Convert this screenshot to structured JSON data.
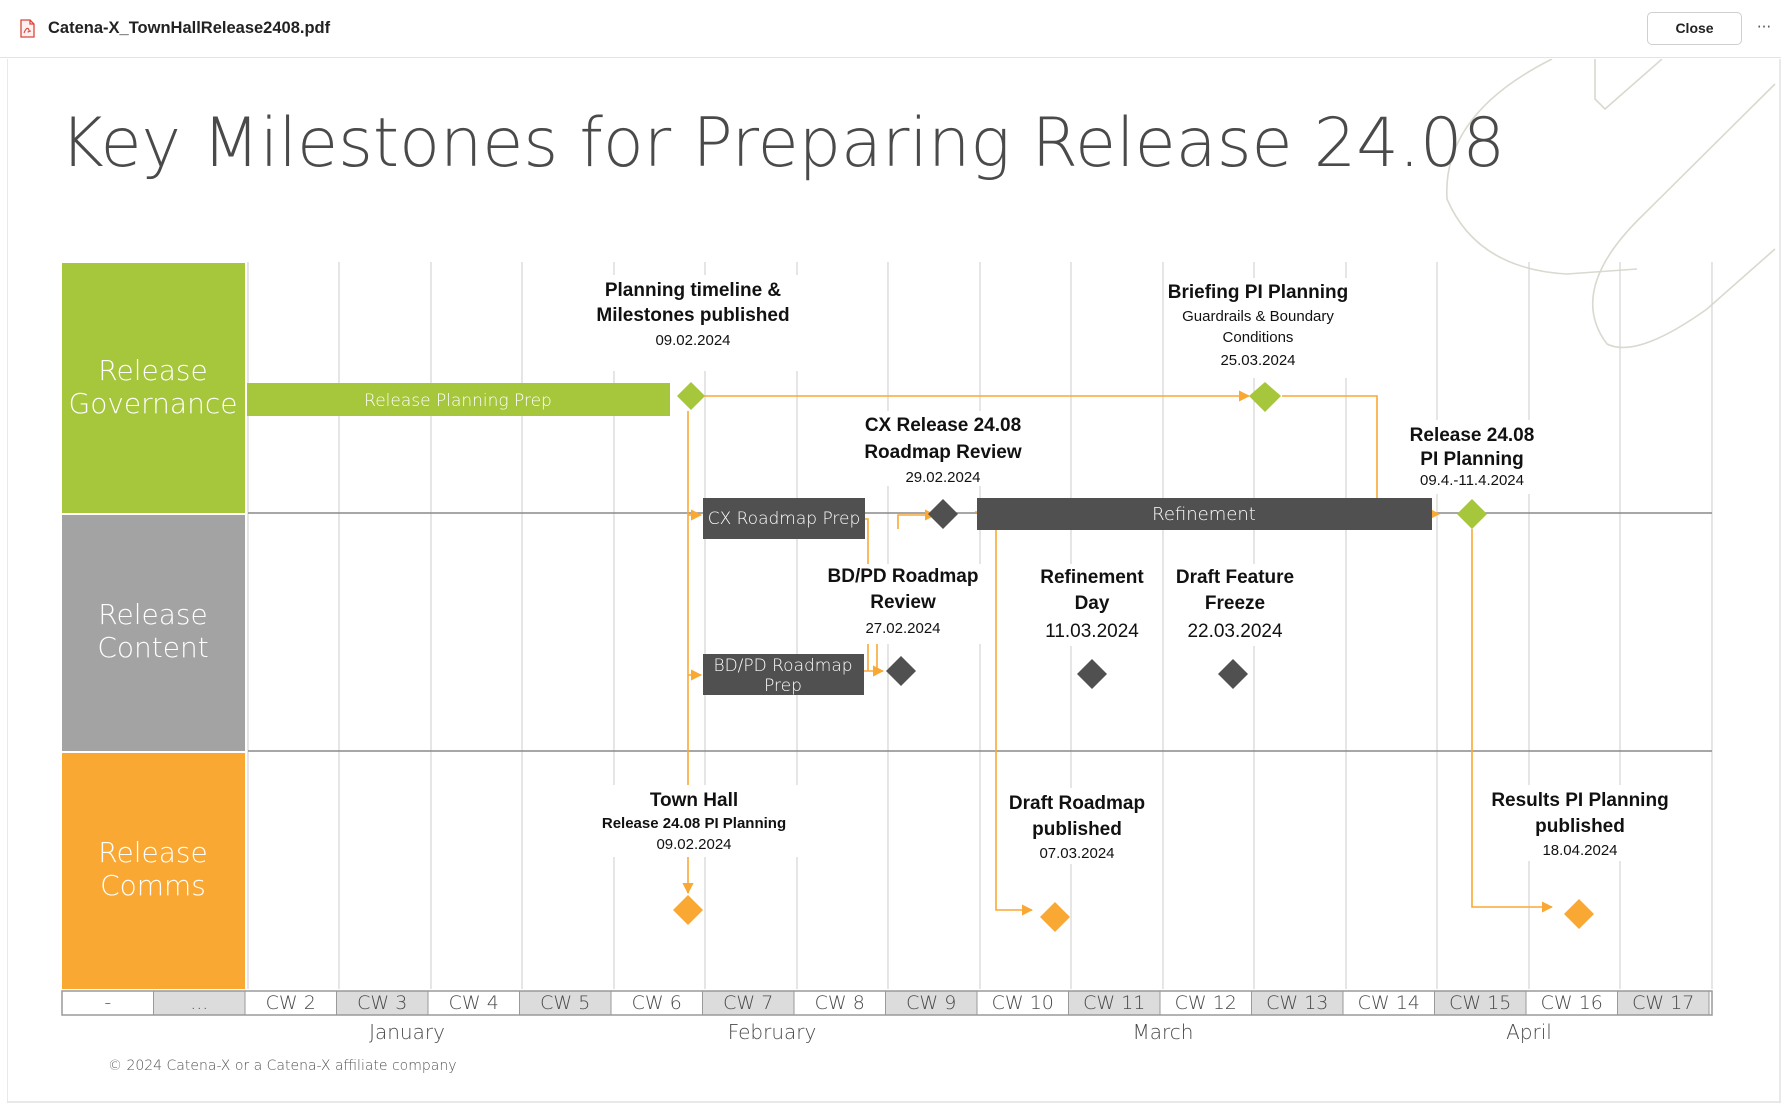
{
  "viewer": {
    "file_name": "Catena-X_TownHallRelease2408.pdf",
    "close_label": "Close",
    "more_label": "···",
    "file_icon": "pdf-file-icon",
    "more_icon": "more-horizontal-icon"
  },
  "slide": {
    "title": "Key Milestones for Preparing Release 24.08",
    "footer": "© 2024 Catena-X or a Catena-X affiliate company",
    "lanes": [
      {
        "line1": "Release",
        "line2": "Governance",
        "color": "#a6c63b"
      },
      {
        "line1": "Release",
        "line2": "Content",
        "color": "#a3a3a3"
      },
      {
        "line1": "Release",
        "line2": "Comms",
        "color": "#faa834"
      }
    ],
    "weeks": [
      "-",
      "...",
      "CW 2",
      "CW 3",
      "CW 4",
      "CW 5",
      "CW 6",
      "CW 7",
      "CW 8",
      "CW 9",
      "CW 10",
      "CW 11",
      "CW 12",
      "CW 13",
      "CW 14",
      "CW 15",
      "CW 16",
      "CW 17"
    ],
    "months": [
      "January",
      "February",
      "March",
      "April"
    ],
    "bars": {
      "release_planning_prep": "Release Planning Prep",
      "cx_roadmap_prep": "CX Roadmap Prep",
      "bdpd_roadmap_prep_1": "BD/PD  Roadmap",
      "bdpd_roadmap_prep_2": "Prep",
      "refinement": "Refinement"
    },
    "milestones": {
      "planning_timeline": {
        "line1": "Planning timeline &",
        "line2": "Milestones published",
        "date": "09.02.2024"
      },
      "briefing": {
        "title": "Briefing PI Planning",
        "sub1": "Guardrails & Boundary",
        "sub2": "Conditions",
        "date": "25.03.2024"
      },
      "cx_review": {
        "line1": "CX Release 24.08",
        "line2": "Roadmap Review",
        "date": "29.02.2024"
      },
      "pi_planning": {
        "line1": "Release 24.08",
        "line2": "PI Planning",
        "date": "09.4.-11.4.2024"
      },
      "bdpd_review": {
        "line1": "BD/PD Roadmap",
        "line2": "Review",
        "date": "27.02.2024"
      },
      "refinement_day": {
        "line1": "Refinement",
        "line2": "Day",
        "date": "11.03.2024"
      },
      "feature_freeze": {
        "line1": "Draft Feature",
        "line2": "Freeze",
        "date": "22.03.2024"
      },
      "town_hall": {
        "title": "Town Hall",
        "sub": "Release 24.08 PI Planning",
        "date": "09.02.2024"
      },
      "draft_roadmap": {
        "line1": "Draft Roadmap",
        "line2": "published",
        "date": "07.03.2024"
      },
      "results": {
        "line1": "Results PI Planning",
        "line2": "published",
        "date": "18.04.2024"
      }
    },
    "colors": {
      "green": "#a6c63b",
      "gray": "#a3a3a3",
      "orange": "#faa834",
      "dark": "#505050"
    }
  }
}
